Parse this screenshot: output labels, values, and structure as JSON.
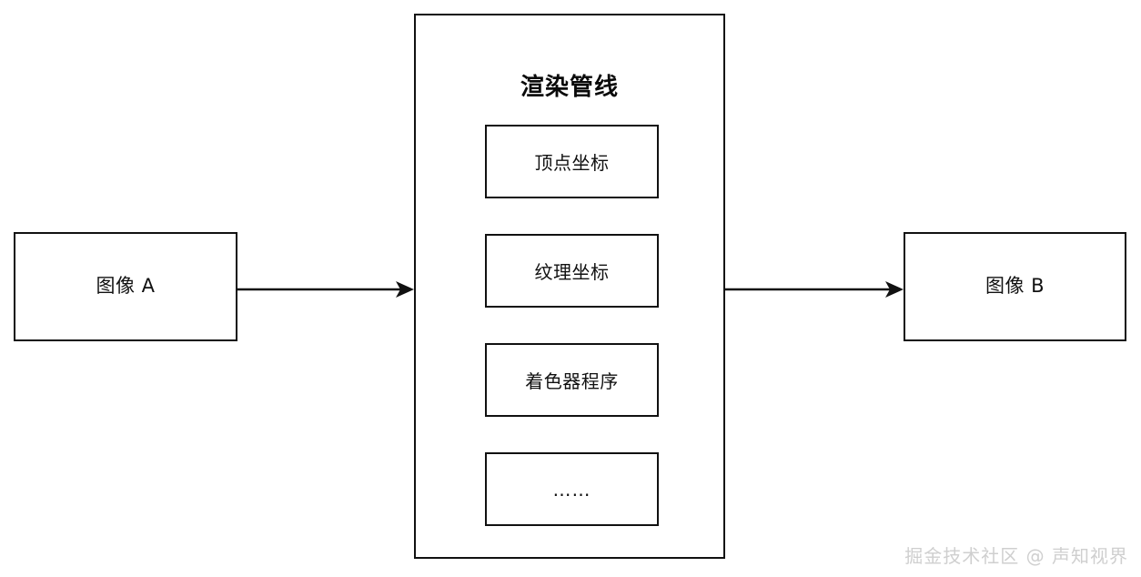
{
  "diagram": {
    "title_hidden": "",
    "source_box": {
      "label": "图像 A",
      "name": "image-a"
    },
    "target_box": {
      "label": "图像 B",
      "name": "image-b"
    },
    "pipeline": {
      "title": "渲染管线",
      "stages": [
        {
          "label": "顶点坐标"
        },
        {
          "label": "纹理坐标"
        },
        {
          "label": "着色器程序"
        },
        {
          "label": "……"
        }
      ]
    },
    "arrows": [
      {
        "name": "arrow-image-a-to-pipeline",
        "direction": "right"
      },
      {
        "name": "arrow-pipeline-to-image-b",
        "direction": "right"
      }
    ],
    "watermark": "掘金技术社区 @ 声知视界",
    "colors": {
      "background": "#ffffff",
      "stroke": "#111111",
      "text": "#111111",
      "watermark": "#cfcfcf"
    }
  }
}
